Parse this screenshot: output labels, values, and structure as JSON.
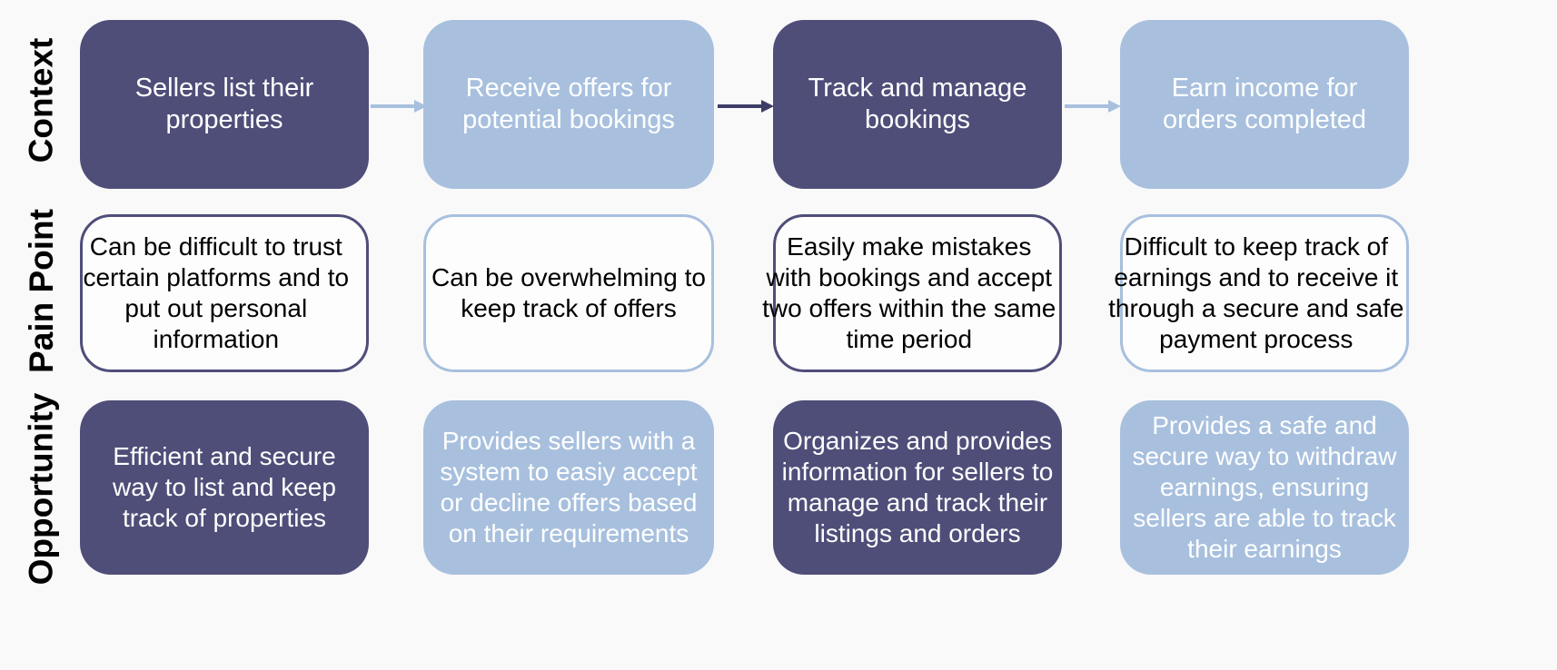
{
  "colors": {
    "background": "#F9F9FA",
    "dark": "#4F4E79",
    "light": "#A8C0DE",
    "card_fill_white": "#FDFDFD",
    "text_light": "#FFFFFF",
    "text_dark": "#000000"
  },
  "rows": {
    "context": {
      "label": "Context"
    },
    "pain_point": {
      "label": "Pain Point"
    },
    "opportunity": {
      "label": "Opportunity"
    }
  },
  "columns": [
    {
      "context": "Sellers list their properties",
      "pain_point": "Can be difficult to trust certain platforms and to put out personal information",
      "opportunity": "Efficient and secure way to list and keep track of properties"
    },
    {
      "context": "Receive offers for potential bookings",
      "pain_point": "Can be overwhelming to keep track of offers",
      "opportunity": "Provides sellers with a system to easiy accept or decline offers based on their requirements"
    },
    {
      "context": "Track and manage bookings",
      "pain_point": "Easily make mistakes with bookings and accept two offers within the same time period",
      "opportunity": "Organizes and provides information for sellers to manage and track their listings and orders"
    },
    {
      "context": "Earn income for orders completed",
      "pain_point": "Difficult to keep track of earnings and to receive it through a secure and safe payment process",
      "opportunity": "Provides a safe and secure way to withdraw earnings, ensuring sellers are able to track their earnings"
    }
  ],
  "arrows": [
    {
      "name": "arrow-right-icon",
      "color": "#A8C0DE"
    },
    {
      "name": "arrow-right-icon",
      "color": "#4F4E79"
    },
    {
      "name": "arrow-right-icon",
      "color": "#A8C0DE"
    }
  ]
}
